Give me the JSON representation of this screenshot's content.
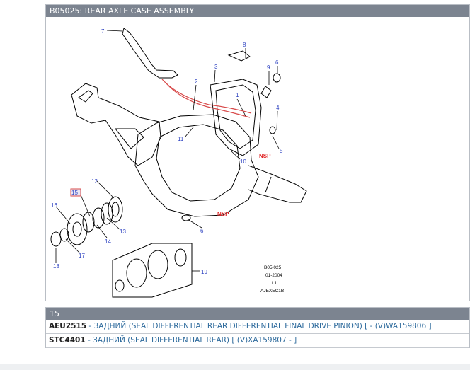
{
  "assembly": {
    "title": "B05025: REAR AXLE CASE ASSEMBLY",
    "callouts": [
      "1",
      "2",
      "3",
      "4",
      "5",
      "6",
      "6",
      "7",
      "8",
      "9",
      "10",
      "11",
      "12",
      "13",
      "14",
      "15",
      "16",
      "17",
      "18",
      "19"
    ],
    "nsp_label": "NSP",
    "stamp": {
      "code": "B05.025",
      "date": "01-2004",
      "rev": "L1",
      "ref": "AJEXEC1B"
    },
    "highlight_color": "#d84a4a"
  },
  "selection": {
    "number": "15"
  },
  "parts": [
    {
      "part_number": "AEU2515",
      "separator": " - ",
      "description": "ЗАДНИЙ (SEAL DIFFERENTIAL REAR DIFFERENTIAL FINAL DRIVE PINION) [ - (V)WA159806 ]"
    },
    {
      "part_number": "STC4401",
      "separator": " - ",
      "description": "ЗАДНИЙ (SEAL DIFFERENTIAL REAR) [ (V)XA159807 - ]"
    }
  ],
  "colors": {
    "header_bg": "#7c8490",
    "link": "#2d6a9c",
    "callout": "#2a3fc0",
    "nsp": "#e02020"
  }
}
